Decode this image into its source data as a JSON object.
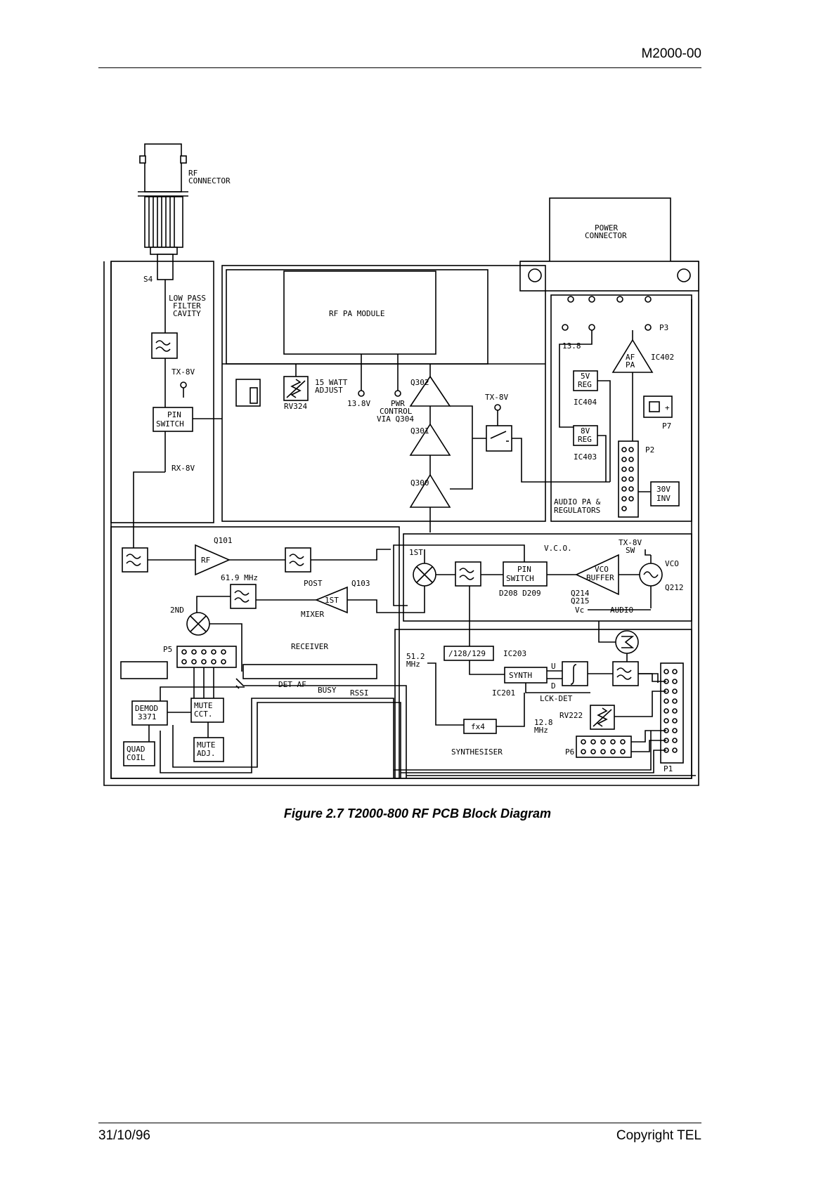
{
  "header": {
    "doc_id": "M2000-00"
  },
  "footer": {
    "date": "31/10/96",
    "copyright": "Copyright TEL"
  },
  "caption": "Figure 2.7   T2000-800 RF PCB Block Diagram",
  "labels": {
    "rf_connector_1": "RF",
    "rf_connector_2": "CONNECTOR",
    "power_connector_1": "POWER",
    "power_connector_2": "CONNECTOR",
    "s4": "S4",
    "lpf_1": "LOW PASS",
    "lpf_2": "FILTER",
    "lpf_3": "CAVITY",
    "tx8v_a": "TX-8V",
    "rx8v": "RX-8V",
    "pin_switch_1": "PIN",
    "pin_switch_2": "SWITCH",
    "rf_pa_module": "RF PA MODULE",
    "watt_adjust_1": "15 WATT",
    "watt_adjust_2": "ADJUST",
    "rv324": "RV324",
    "v13_8_a": "13.8V",
    "pwr_control_1": "PWR",
    "pwr_control_2": "CONTROL",
    "pwr_control_3": "VIA Q304",
    "q302": "Q302",
    "q301": "Q301",
    "q300": "Q300",
    "tx8v_b": "TX-8V",
    "v13_8_b": "13.8",
    "p3": "P3",
    "af_pa_1": "AF",
    "af_pa_2": "PA",
    "ic402": "IC402",
    "reg5_1": "5V",
    "reg5_2": "REG",
    "ic404": "IC404",
    "reg8_1": "8V",
    "reg8_2": "REG",
    "ic403": "IC403",
    "p7": "P7",
    "p2": "P2",
    "inv_1": "30V",
    "inv_2": "INV",
    "audio_pa_1": "AUDIO PA &",
    "audio_pa_2": "REGULATORS",
    "q101": "Q101",
    "rf_amp": "RF",
    "first_mixer": "1ST",
    "vco_title": "V.C.O.",
    "tx8v_sw_1": "TX-8V",
    "tx8v_sw_2": "SW",
    "vco": "VCO",
    "vco_pin_1": "PIN",
    "vco_pin_2": "SWITCH",
    "vco_buf_1": "VCO",
    "vco_buf_2": "BUFFER",
    "q212": "Q212",
    "d208": "D208 D209",
    "q214": "Q214",
    "q215": "Q215",
    "vc": "Vc",
    "audio": "AUDIO",
    "if_61_9": "61.9 MHz",
    "post_1": "POST",
    "post_2": "MIXER",
    "q103": "Q103",
    "first_amp": "1ST",
    "second": "2ND",
    "p5": "P5",
    "receiver": "RECEIVER",
    "det_af": "DET AF",
    "busy": "BUSY",
    "rssi": "RSSI",
    "demod_1": "DEMOD",
    "demod_2": "3371",
    "mute_cct_1": "MUTE",
    "mute_cct_2": "CCT.",
    "mute_adj_1": "MUTE",
    "mute_adj_2": "ADJ.",
    "quad_1": "QUAD",
    "quad_2": "COIL",
    "mhz_51_1": "51.2",
    "mhz_51_2": "MHz",
    "divider": "/128/129",
    "ic203": "IC203",
    "synth": "SYNTH",
    "u": "U",
    "d": "D",
    "ic201": "IC201",
    "lck_det": "LCK-DET",
    "rv222": "RV222",
    "fx4": "fx4",
    "mhz_12_1": "12.8",
    "mhz_12_2": "MHz",
    "synthesiser": "SYNTHESISER",
    "p6": "P6",
    "p1": "P1"
  }
}
